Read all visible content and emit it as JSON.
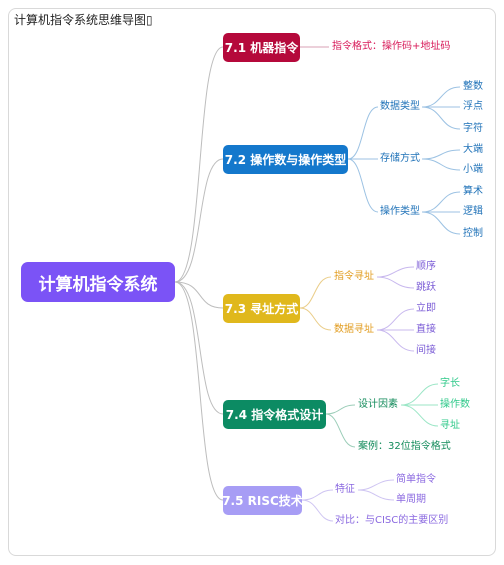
{
  "title": "计算机指令系统思维导图",
  "title_suffix": "▯",
  "colors": {
    "root": "#7b53f6",
    "b1": "#b5093b",
    "b2": "#1478cc",
    "b3": "#e0b81c",
    "b4": "#0c8b63",
    "b5": "#a79df5",
    "b1_text": "#d81b5a",
    "b2_text": "#1f72b8",
    "b3_text": "#e29d21",
    "b3_leaf": "#7b5cd6",
    "b4_text": "#138b5b",
    "b4_leaf": "#2fc98a",
    "b5_text": "#8a68e0"
  },
  "root": {
    "label": "计算机指令系统"
  },
  "branches": {
    "b1": {
      "label": "7.1 机器指令",
      "sub": {
        "s1": {
          "label": "指令格式：操作码+地址码"
        }
      }
    },
    "b2": {
      "label": "7.2 操作数与操作类型",
      "sub": {
        "s1": {
          "label": "数据类型",
          "leaves": [
            "整数",
            "浮点",
            "字符"
          ]
        },
        "s2": {
          "label": "存储方式",
          "leaves": [
            "大端",
            "小端"
          ]
        },
        "s3": {
          "label": "操作类型",
          "leaves": [
            "算术",
            "逻辑",
            "控制"
          ]
        }
      }
    },
    "b3": {
      "label": "7.3 寻址方式",
      "sub": {
        "s1": {
          "label": "指令寻址",
          "leaves": [
            "顺序",
            "跳跃"
          ]
        },
        "s2": {
          "label": "数据寻址",
          "leaves": [
            "立即",
            "直接",
            "间接"
          ]
        }
      }
    },
    "b4": {
      "label": "7.4 指令格式设计",
      "sub": {
        "s1": {
          "label": "设计因素",
          "leaves": [
            "字长",
            "操作数",
            "寻址"
          ]
        },
        "s2": {
          "label": "案例：32位指令格式"
        }
      }
    },
    "b5": {
      "label": "7.5 RISC技术",
      "sub": {
        "s1": {
          "label": "特征",
          "leaves": [
            "简单指令",
            "单周期"
          ]
        },
        "s2": {
          "label": "对比：与CISC的主要区别"
        }
      }
    }
  }
}
